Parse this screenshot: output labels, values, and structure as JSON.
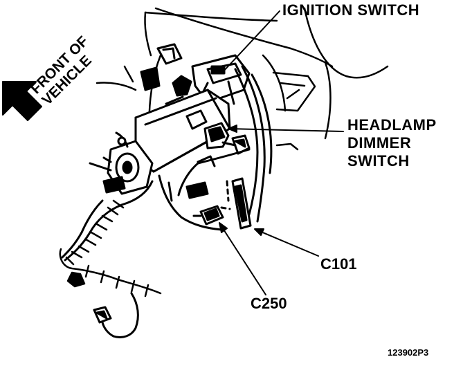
{
  "labels": {
    "front_of_vehicle_line1": "FRONT OF",
    "front_of_vehicle_line2": "VEHICLE",
    "ignition_switch": "IGNITION SWITCH",
    "headlamp_line1": "HEADLAMP",
    "headlamp_line2": "DIMMER",
    "headlamp_line3": "SWITCH",
    "c101": "C101",
    "c250": "C250",
    "figure_number": "123902P3"
  },
  "colors": {
    "ink": "#000000",
    "background": "#ffffff"
  },
  "icons": {
    "direction_arrow": "arrow-up-left-icon"
  }
}
